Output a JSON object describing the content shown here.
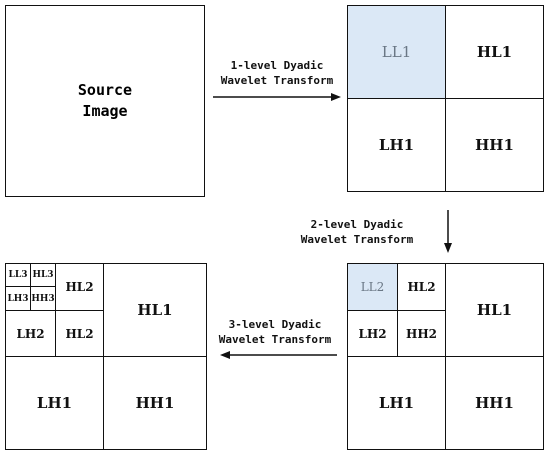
{
  "source": {
    "line1": "Source",
    "line2": "Image"
  },
  "arrow1": {
    "line1": "1-level Dyadic",
    "line2": "Wavelet Transform"
  },
  "arrow2": {
    "line1": "2-level Dyadic",
    "line2": "Wavelet Transform"
  },
  "arrow3": {
    "line1": "3-level Dyadic",
    "line2": "Wavelet Transform"
  },
  "level1": {
    "ll": "LL1",
    "hl": "HL1",
    "lh": "LH1",
    "hh": "HH1"
  },
  "level2": {
    "ll": "LL2",
    "hl2": "HL2",
    "lh2": "LH2",
    "hh2": "HH2",
    "hl1": "HL1",
    "lh1": "LH1",
    "hh1": "HH1"
  },
  "level3": {
    "ll3": "LL3",
    "hl3": "HL3",
    "lh3": "LH3",
    "hh3": "HH3",
    "hl2": "HL2",
    "lh2": "LH2",
    "hh2": "HL2",
    "hl1": "HL1",
    "lh1": "LH1",
    "hh1": "HH1"
  },
  "colors": {
    "ll_fill": "#dbe8f6",
    "line": "#111111"
  }
}
